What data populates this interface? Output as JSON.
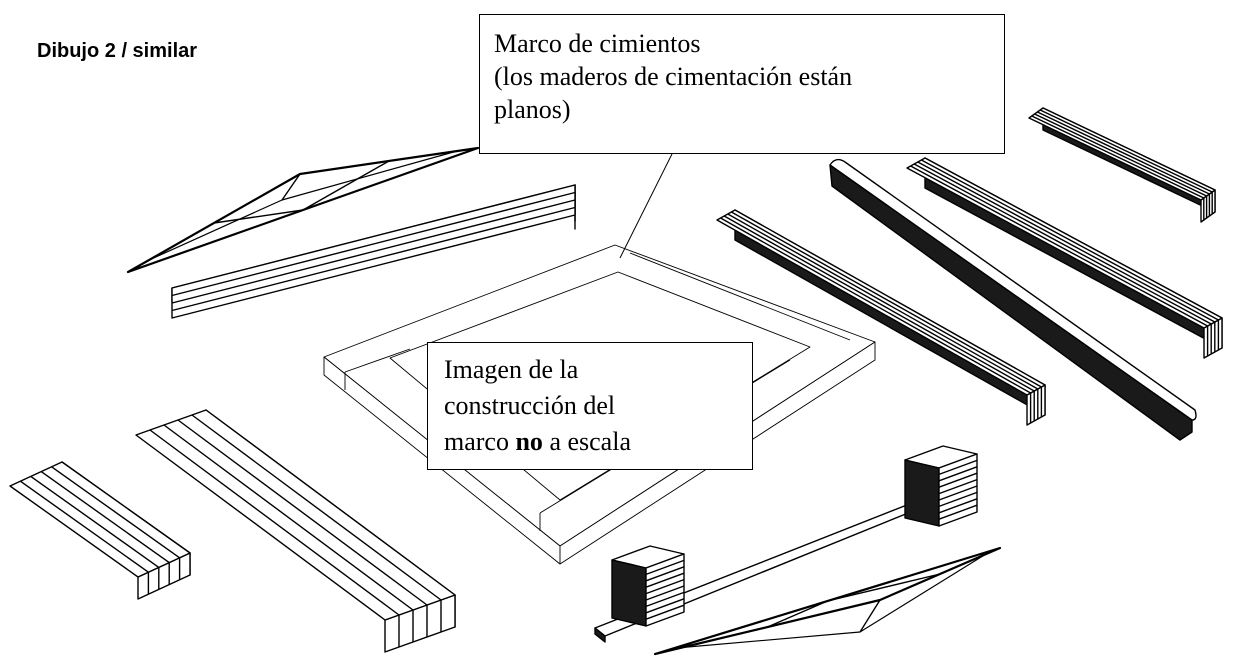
{
  "title": "Dibujo 2 / similar",
  "callout_frame": {
    "line1": "Marco de cimientos",
    "line2": "(los maderos de cimentación están",
    "line3": "planos)"
  },
  "callout_scale": {
    "line1": "Imagen de la",
    "line2": "construcción del",
    "line3_prefix": "marco ",
    "line3_bold": "no",
    "line3_suffix": " a escala"
  },
  "colors": {
    "ink": "#000000",
    "paper": "#ffffff",
    "end_grain": "#1a1a1a"
  },
  "parts": [
    {
      "id": "gable-top-left",
      "kind": "gable"
    },
    {
      "id": "floor-panel-upper-left",
      "kind": "plank-panel",
      "boards": 4
    },
    {
      "id": "floor-panel-center-right",
      "kind": "plank-panel",
      "boards": 5
    },
    {
      "id": "round-beam",
      "kind": "beam"
    },
    {
      "id": "floor-panel-far-right",
      "kind": "plank-panel",
      "boards": 5
    },
    {
      "id": "floor-panel-top-right-small",
      "kind": "plank-panel",
      "boards": 5
    },
    {
      "id": "floor-panel-lower-left",
      "kind": "plank-panel",
      "boards": 5
    },
    {
      "id": "floor-panel-left-small",
      "kind": "plank-panel",
      "boards": 5
    },
    {
      "id": "bar-with-blocks",
      "kind": "bar"
    },
    {
      "id": "gable-bottom",
      "kind": "gable"
    },
    {
      "id": "foundation-frame",
      "kind": "frame"
    }
  ]
}
